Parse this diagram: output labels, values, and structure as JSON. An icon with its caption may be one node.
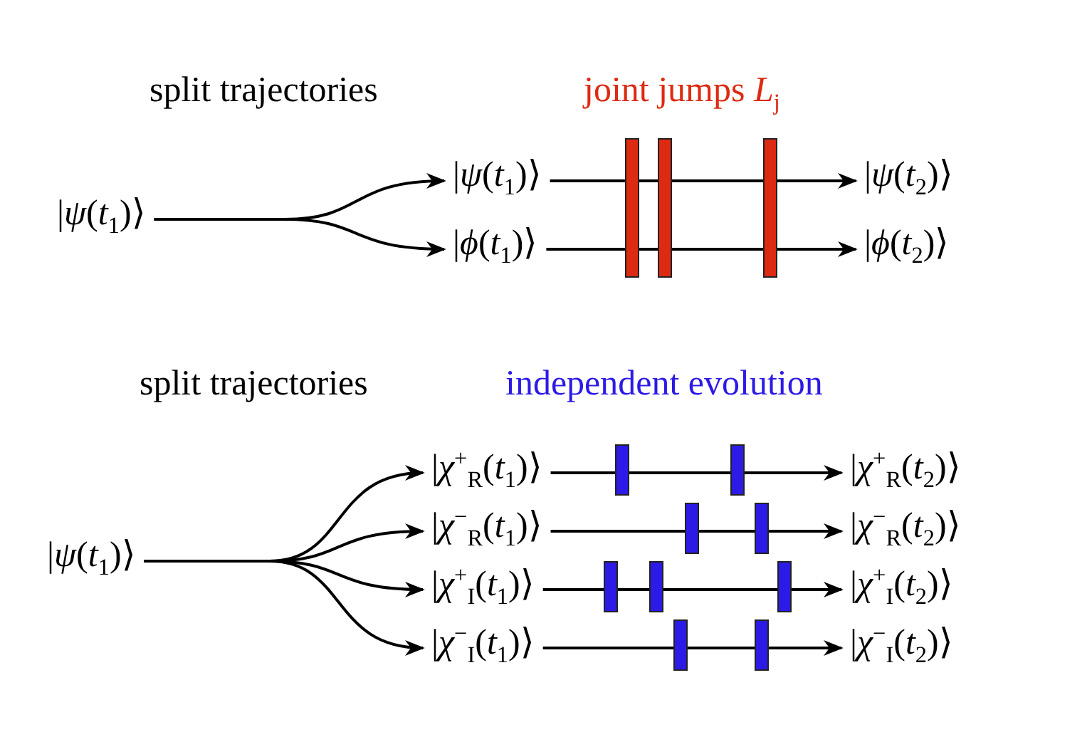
{
  "diagram": {
    "nodes": [
      {
        "text": [
          "|*ψ*(*t*$_{1}$)⟩"
        ]
      },
      {
        "text": [
          "|*ψ*(*t*$_{1}$)⟩"
        ]
      },
      {
        "text": [
          "|*ϕ*(*t*$_{1}$)⟩"
        ]
      },
      {
        "text": [
          "|*ψ*(*t*$_{2}$)⟩"
        ]
      },
      {
        "text": [
          "|*ϕ*(*t*$_{2}$)⟩"
        ]
      },
      {
        "text": [],
        "shape": "bar"
      },
      {
        "text": [],
        "shape": "bar"
      },
      {
        "text": [],
        "shape": "bar"
      },
      {
        "text": [
          "|*ψ*(*t*$_{1}$)⟩"
        ]
      },
      {
        "text": [
          "|*χ*$^{+}$$_{R}$(*t*$_{1}$)⟩"
        ]
      },
      {
        "text": [
          "|*χ*$^{−}$$_{R}$(*t*$_{1}$)⟩"
        ]
      },
      {
        "text": [
          "|*χ*$^{+}$$_{I}$(*t*$_{1}$)⟩"
        ]
      },
      {
        "text": [
          "|*χ*$^{−}$$_{I}$(*t*$_{1}$)⟩"
        ]
      },
      {
        "text": [
          "|*χ*$^{+}$$_{R}$(*t*$_{2}$)⟩"
        ]
      },
      {
        "text": [
          "|*χ*$^{−}$$_{R}$(*t*$_{2}$)⟩"
        ]
      },
      {
        "text": [
          "|*χ*$^{+}$$_{I}$(*t*$_{2}$)⟩"
        ]
      },
      {
        "text": [
          "|*χ*$^{−}$$_{I}$(*t*$_{2}$)⟩"
        ]
      },
      {
        "text": [],
        "shape": "bar"
      },
      {
        "text": [],
        "shape": "bar"
      },
      {
        "text": [],
        "shape": "bar"
      },
      {
        "text": [],
        "shape": "bar"
      },
      {
        "text": [],
        "shape": "bar"
      },
      {
        "text": [],
        "shape": "bar"
      },
      {
        "text": [],
        "shape": "bar"
      },
      {
        "text": [],
        "shape": "bar"
      },
      {
        "text": [],
        "shape": "bar"
      }
    ],
    "edges": [
      {
        "from": 0,
        "to": 1,
        "arrow": "to"
      },
      {
        "from": 0,
        "to": 2,
        "arrow": "to"
      },
      {
        "from": 1,
        "to": 3,
        "arrow": "to"
      },
      {
        "from": 2,
        "to": 4,
        "arrow": "to"
      },
      {
        "from": 8,
        "to": 9,
        "arrow": "to"
      },
      {
        "from": 8,
        "to": 10,
        "arrow": "to"
      },
      {
        "from": 8,
        "to": 11,
        "arrow": "to"
      },
      {
        "from": 8,
        "to": 12,
        "arrow": "to"
      },
      {
        "from": 9,
        "to": 13,
        "arrow": "to"
      },
      {
        "from": 10,
        "to": 14,
        "arrow": "to"
      },
      {
        "from": 11,
        "to": 15,
        "arrow": "to"
      },
      {
        "from": 12,
        "to": 16,
        "arrow": "to"
      }
    ],
    "labels": [
      "split trajectories",
      "joint jumps *L*$_{j}$",
      "split trajectories",
      "independent evolution"
    ]
  }
}
